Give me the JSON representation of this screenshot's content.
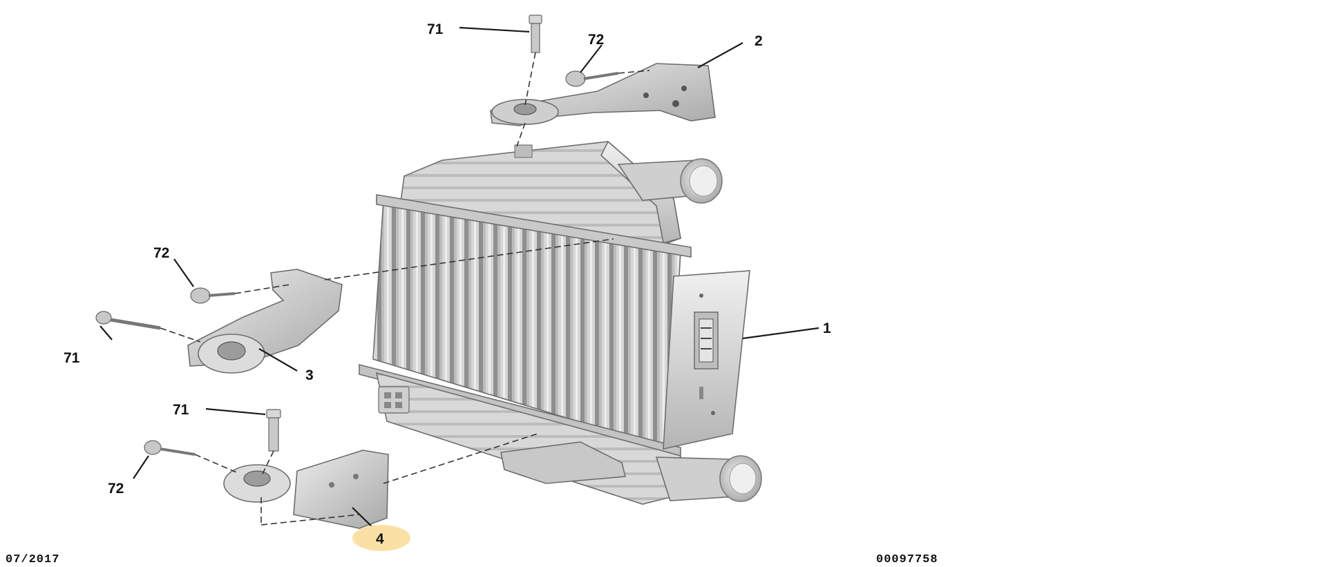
{
  "callouts": {
    "part_1": "1",
    "part_2": "2",
    "part_3": "3",
    "part_4": "4",
    "screw_71_top": "71",
    "screw_71_left": "71",
    "screw_71_bottom": "71",
    "bolt_72_top": "72",
    "bolt_72_left": "72",
    "bolt_72_bottom": "72"
  },
  "footer": {
    "date": "07/2017",
    "reference": "00097758"
  },
  "colors": {
    "highlight": "#fbe0a6",
    "part_light": "#dedede",
    "part_mid": "#c4c4c4",
    "part_dark": "#9a9a9a",
    "ink": "#111111"
  }
}
